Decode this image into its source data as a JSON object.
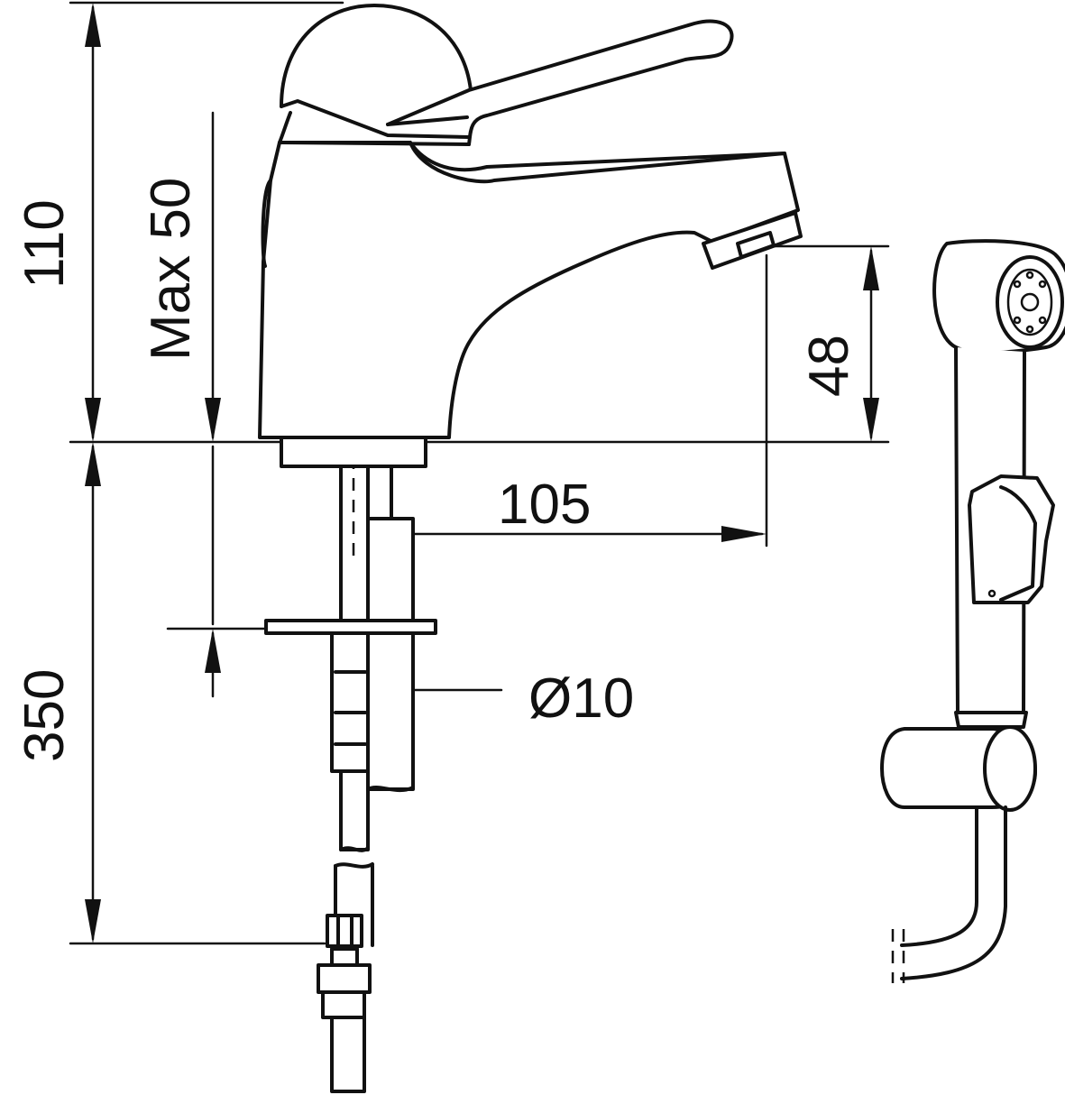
{
  "dimensions": {
    "overall_height": "110",
    "max_deck_thickness": "Max 50",
    "spout_height": "48",
    "spout_reach": "105",
    "hose_length": "350",
    "pipe_diameter": "Ø10"
  },
  "colors": {
    "line": "#111111",
    "background": "#ffffff"
  }
}
